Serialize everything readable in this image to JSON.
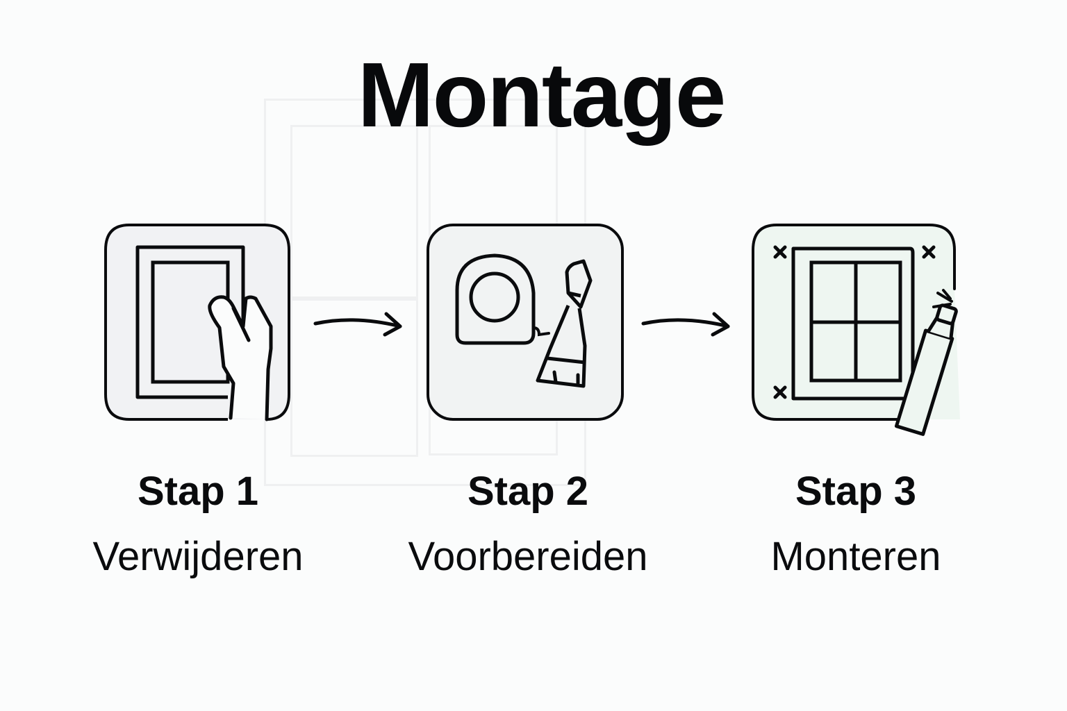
{
  "title": "Montage",
  "colors": {
    "background": "#fbfcfc",
    "stroke": "#0a0b0d",
    "step1_fill": "#f1f2f4",
    "step2_fill": "#f1f3f3",
    "step3_fill": "#eef6f1",
    "frame_lines": "#eff0f1"
  },
  "steps": [
    {
      "label": "Stap 1",
      "name": "Verwijderen",
      "icon": "hand-removing-frame-icon"
    },
    {
      "label": "Stap 2",
      "name": "Voorbereiden",
      "icon": "tape-measure-and-brush-icon"
    },
    {
      "label": "Stap 3",
      "name": "Monteren",
      "icon": "window-and-sealant-icon"
    }
  ],
  "arrows": [
    {
      "from": "Stap 1",
      "to": "Stap 2",
      "icon": "arrow-right-icon"
    },
    {
      "from": "Stap 2",
      "to": "Stap 3",
      "icon": "arrow-right-icon"
    }
  ]
}
